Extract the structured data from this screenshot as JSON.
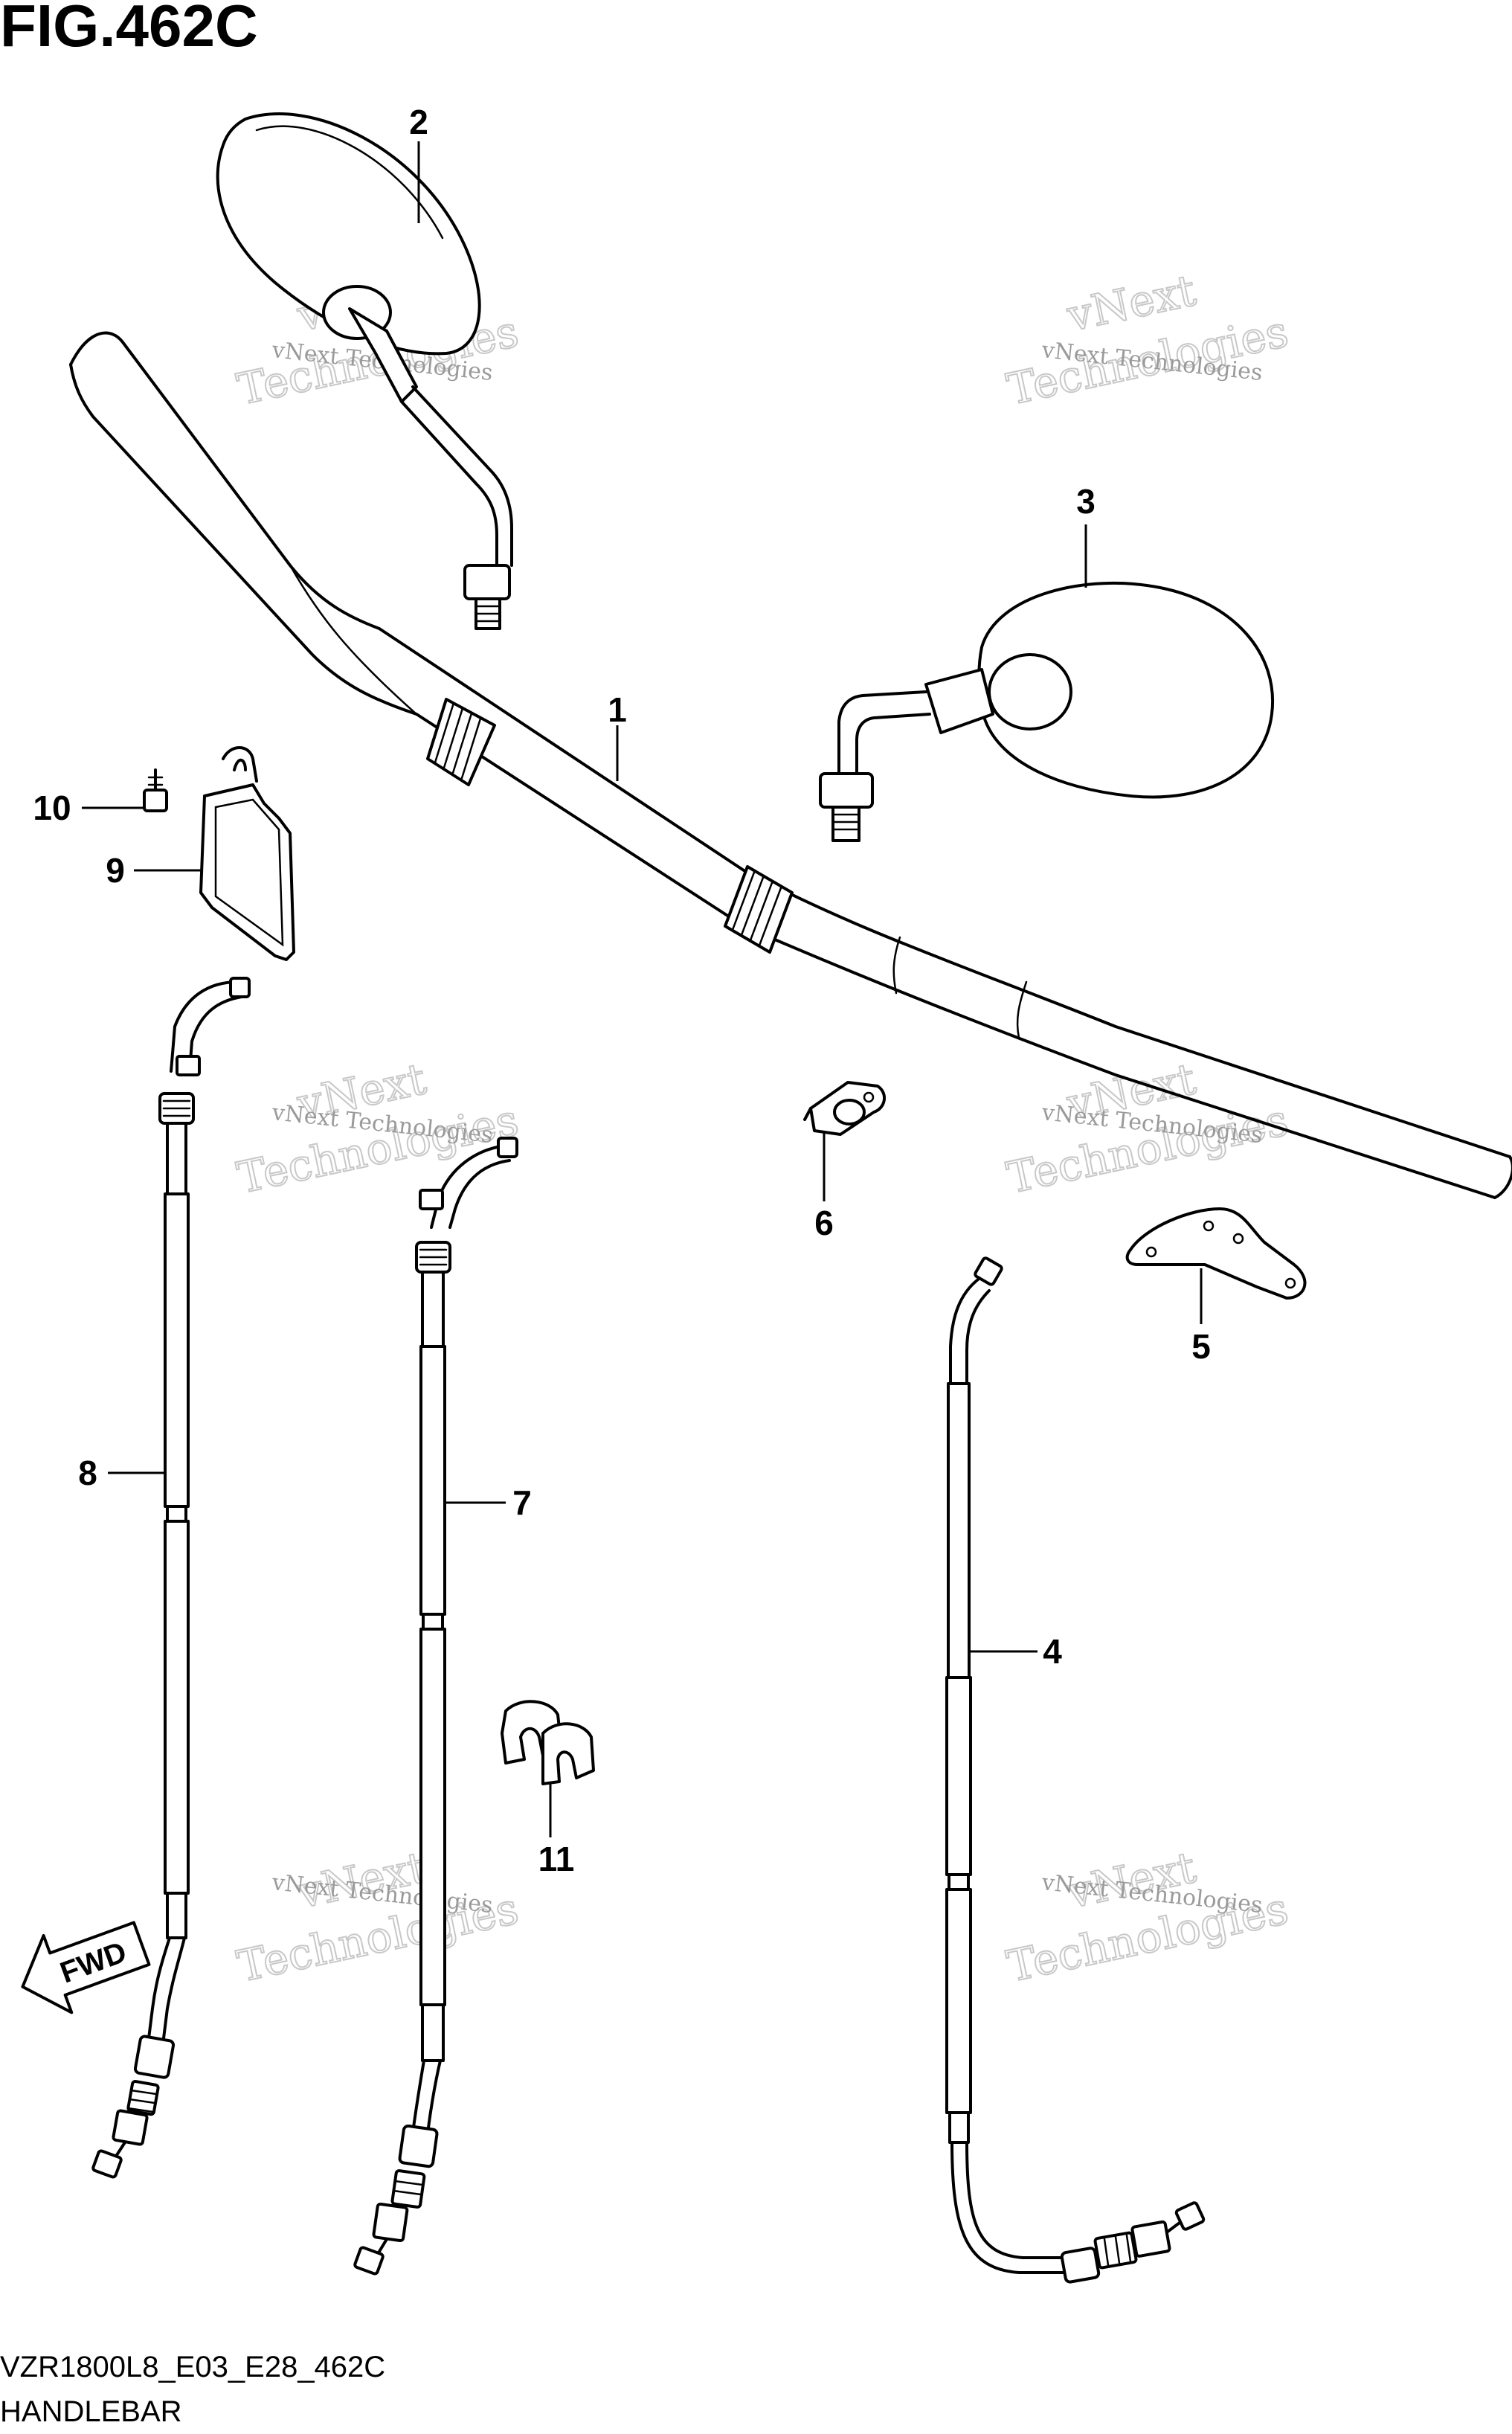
{
  "figure": {
    "title": "FIG.462C",
    "code": "VZR1800L8_E03_E28_462C",
    "name": "HANDLEBAR"
  },
  "callouts": [
    "1",
    "2",
    "3",
    "4",
    "5",
    "6",
    "7",
    "8",
    "9",
    "10",
    "11"
  ],
  "direction_arrow": {
    "label": "FWD"
  },
  "watermark": {
    "line1": "vNext Technologies",
    "line2": "vNext",
    "line3": "Technologies"
  },
  "colors": {
    "ink": "#000000",
    "background": "#ffffff",
    "watermark": "#9a9a9a"
  }
}
